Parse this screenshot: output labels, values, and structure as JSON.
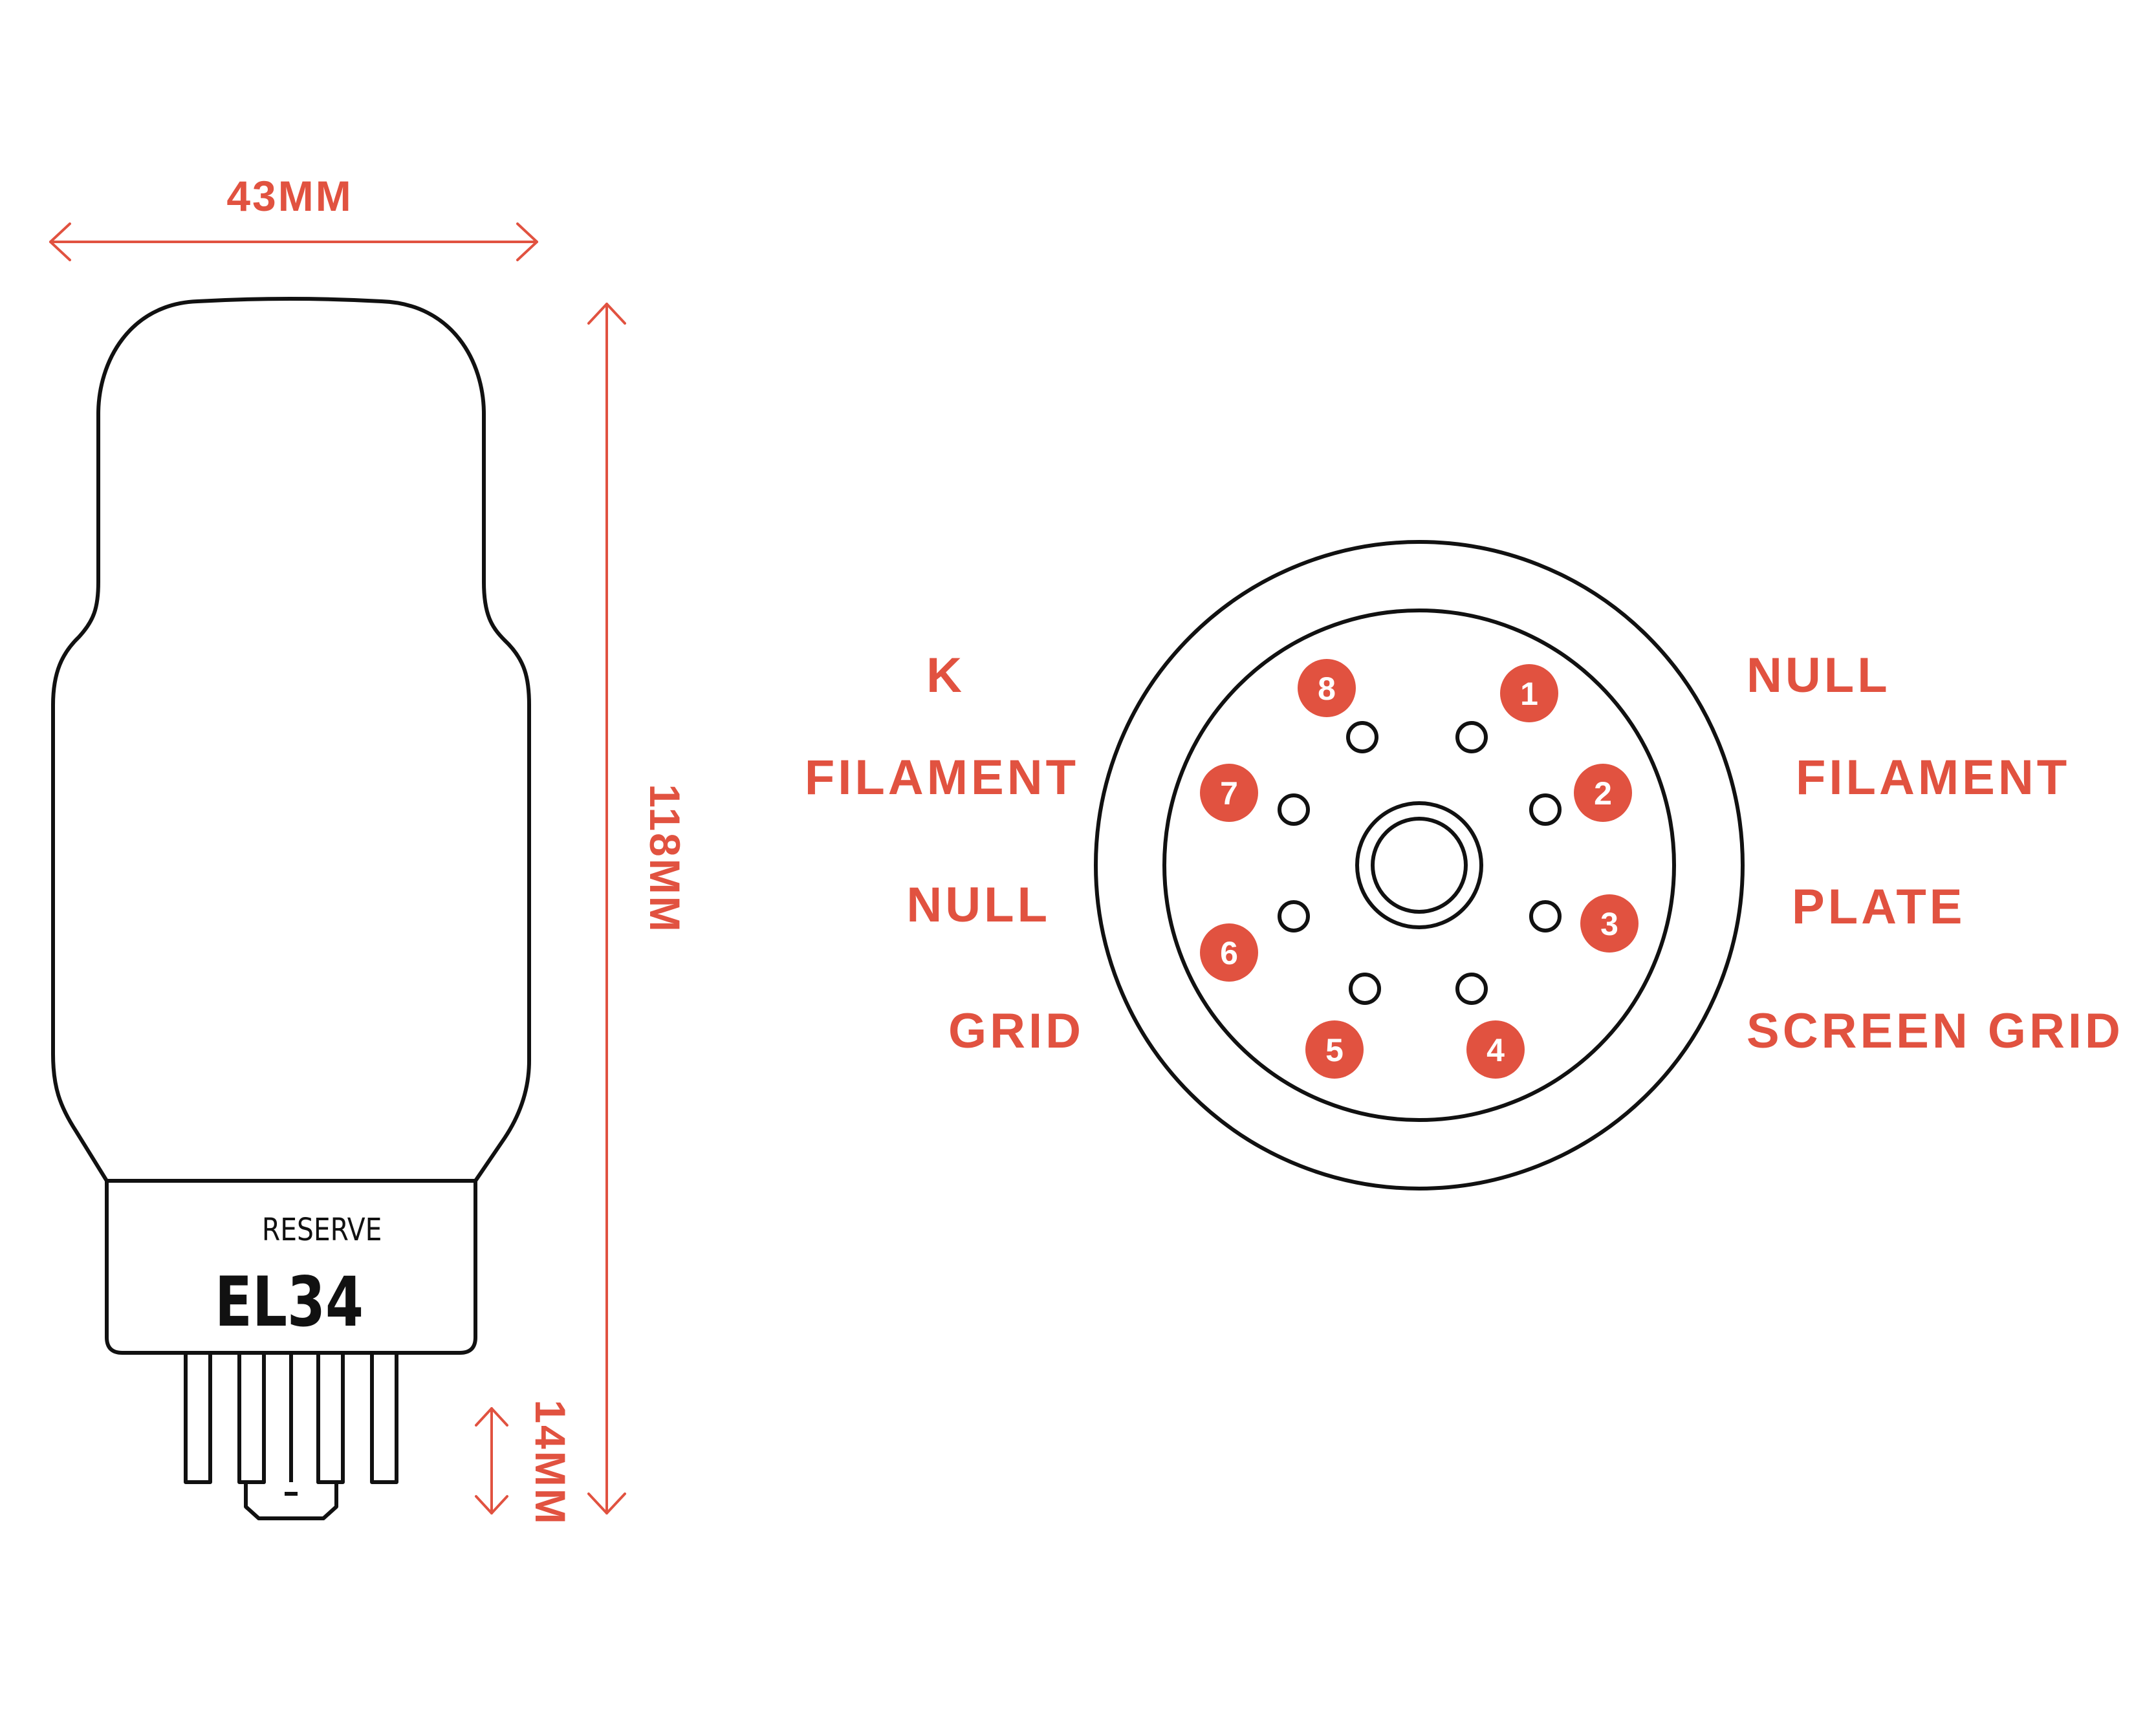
{
  "dimensions": {
    "width": "43MM",
    "height": "118MM",
    "pin_length": "14MM"
  },
  "tube": {
    "brand": "RESERVE",
    "model": "EL34"
  },
  "pins": [
    {
      "number": "1",
      "label": "NULL"
    },
    {
      "number": "2",
      "label": "FILAMENT"
    },
    {
      "number": "3",
      "label": "PLATE"
    },
    {
      "number": "4",
      "label": "SCREEN GRID"
    },
    {
      "number": "5",
      "label": "GRID"
    },
    {
      "number": "6",
      "label": "NULL"
    },
    {
      "number": "7",
      "label": "FILAMENT"
    },
    {
      "number": "8",
      "label": "K"
    }
  ],
  "colors": {
    "accent": "#e15240",
    "outline": "#111111",
    "background": "#ffffff"
  }
}
